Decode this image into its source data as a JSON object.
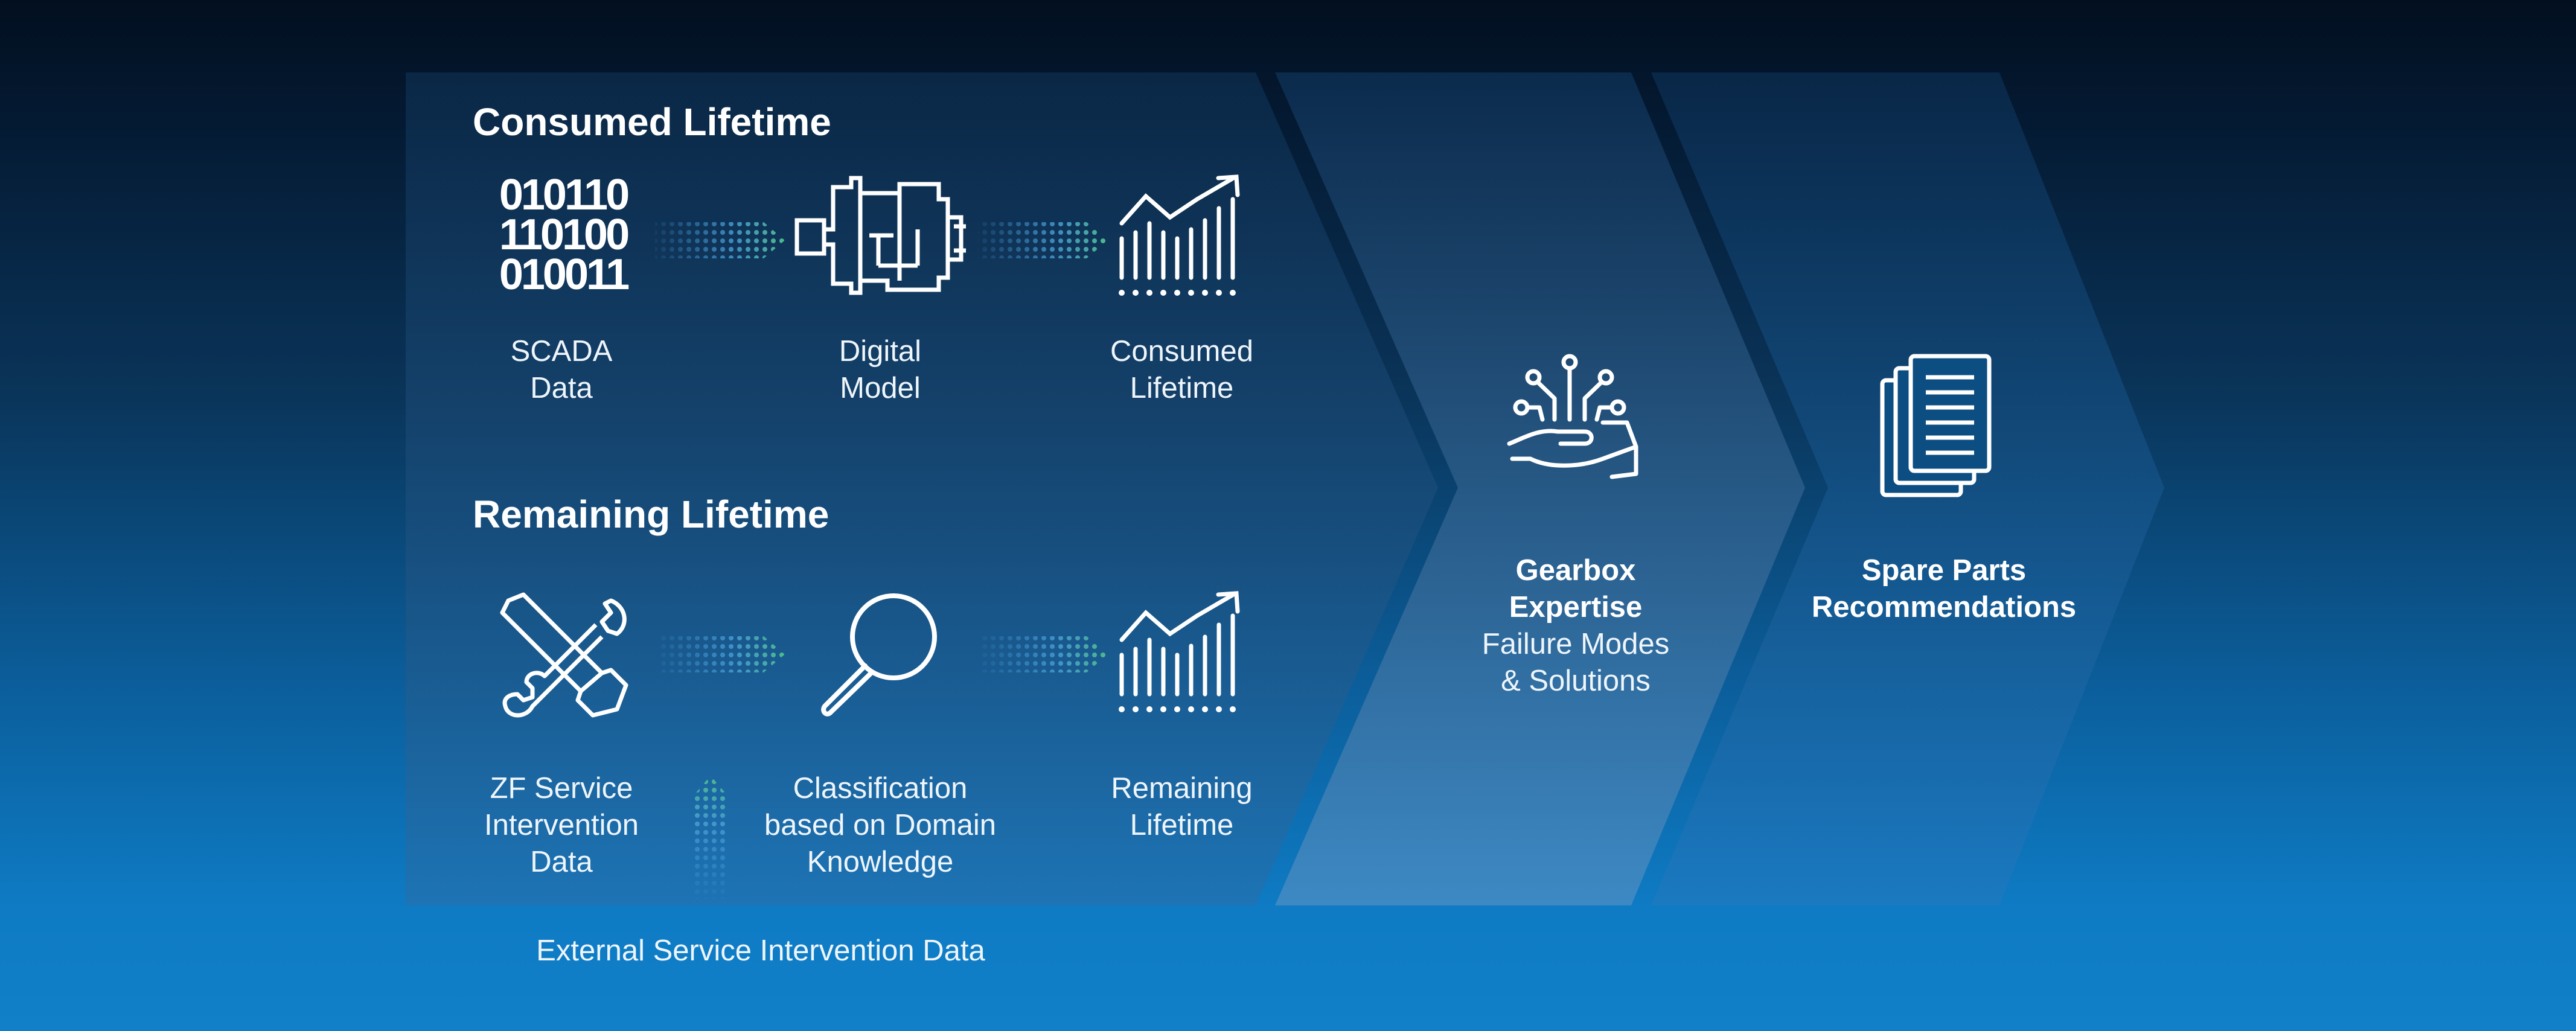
{
  "consumed": {
    "heading": "Consumed Lifetime",
    "scada": [
      "SCADA",
      "Data"
    ],
    "digital": [
      "Digital",
      "Model"
    ],
    "result": [
      "Consumed",
      "Lifetime"
    ]
  },
  "remaining": {
    "heading": "Remaining Lifetime",
    "service": [
      "ZF Service",
      "Intervention",
      "Data"
    ],
    "classification": [
      "Classification",
      "based on Domain",
      "Knowledge"
    ],
    "result": [
      "Remaining",
      "Lifetime"
    ]
  },
  "external_label": "External Service Intervention Data",
  "gearbox": {
    "title": [
      "Gearbox",
      "Expertise"
    ],
    "subtitle": [
      "Failure Modes",
      "& Solutions"
    ]
  },
  "spare": {
    "title": [
      "Spare Parts",
      "Recommendations"
    ]
  },
  "binary_rows": [
    "010110",
    "110100",
    "010011"
  ],
  "colors": {
    "arrow_green": "#4dbb8a",
    "arrow_blue": "#3f97d6",
    "line": "#ffffff"
  },
  "icons": {
    "scada": "binary-data-icon",
    "digital": "gearbox-model-icon",
    "consumed": "rising-chart-icon",
    "service": "wrench-screwdriver-icon",
    "classification": "magnifier-icon",
    "remaining": "rising-chart-icon",
    "gearbox": "hand-circuit-icon",
    "spare": "documents-icon"
  }
}
